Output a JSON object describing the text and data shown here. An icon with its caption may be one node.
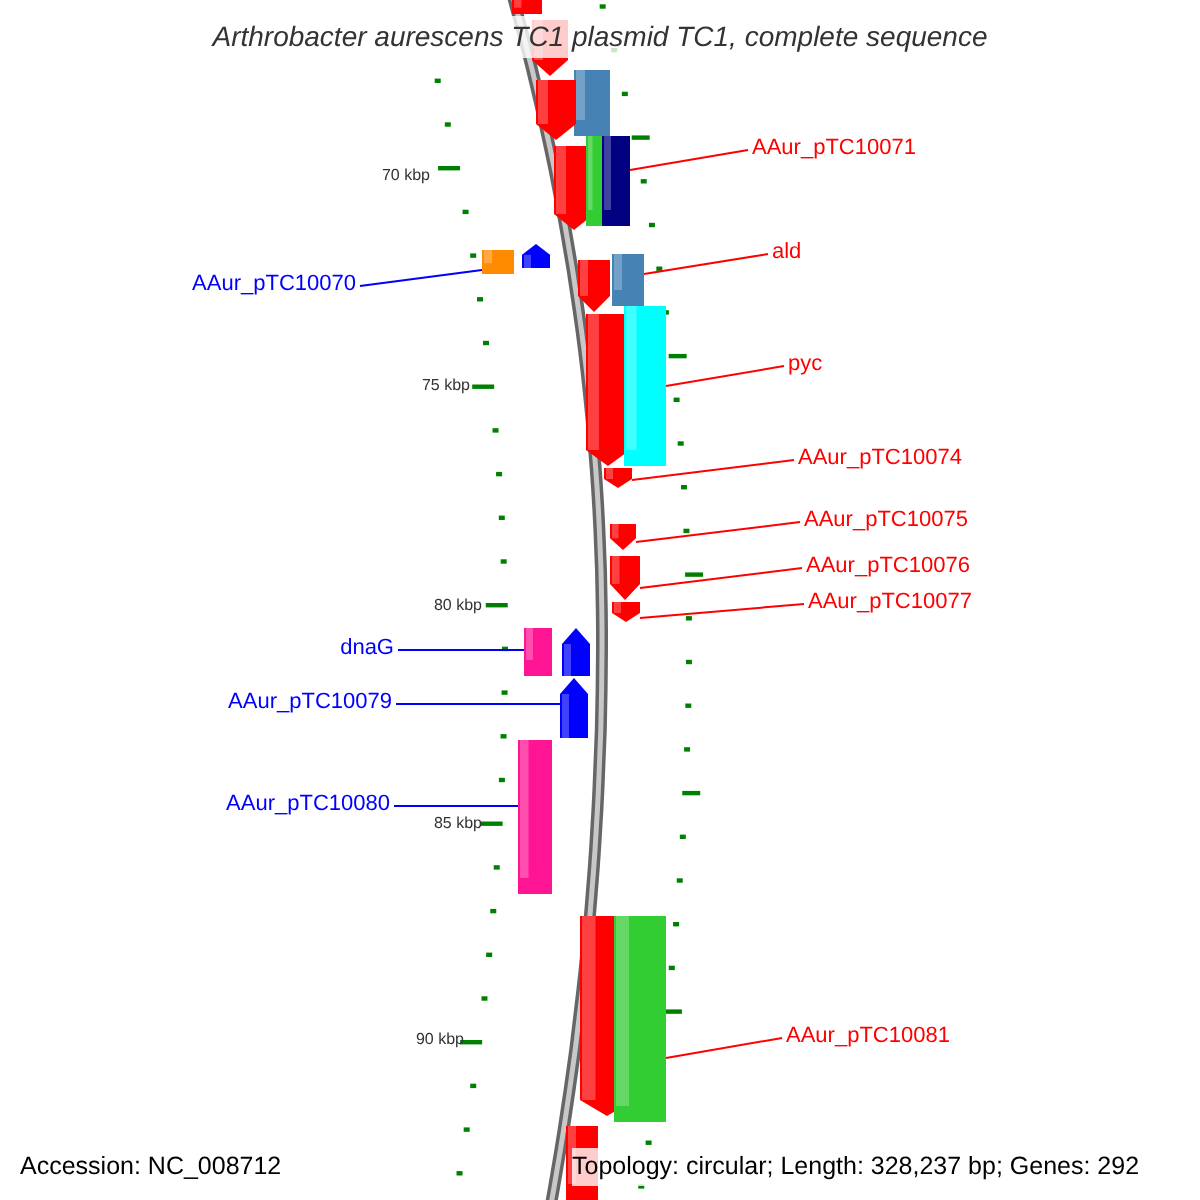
{
  "diagram": {
    "title": "Arthrobacter aurescens TC1 plasmid TC1, complete sequence",
    "nodes": [
      {
        "text": [
          "AAur_pTC10071"
        ]
      },
      {
        "text": [],
        "shape": "bar"
      },
      {
        "text": [
          "AAur_pTC10070"
        ]
      },
      {
        "text": [],
        "shape": "bar"
      },
      {
        "text": [
          "ald"
        ]
      },
      {
        "text": [],
        "shape": "bar"
      },
      {
        "text": [
          "pyc"
        ]
      },
      {
        "text": [],
        "shape": "bar"
      },
      {
        "text": [
          "AAur_pTC10074"
        ]
      },
      {
        "text": [],
        "shape": "arrow"
      },
      {
        "text": [
          "AAur_pTC10075"
        ]
      },
      {
        "text": [],
        "shape": "arrow"
      },
      {
        "text": [
          "AAur_pTC10076"
        ]
      },
      {
        "text": [],
        "shape": "arrow"
      },
      {
        "text": [
          "AAur_pTC10077"
        ]
      },
      {
        "text": [],
        "shape": "arrow"
      },
      {
        "text": [
          "dnaG"
        ]
      },
      {
        "text": [],
        "shape": "bar"
      },
      {
        "text": [
          "AAur_pTC10079"
        ]
      },
      {
        "text": [],
        "shape": "arrow"
      },
      {
        "text": [
          "AAur_pTC10080"
        ]
      },
      {
        "text": [],
        "shape": "bar"
      },
      {
        "text": [
          "AAur_pTC10081"
        ]
      },
      {
        "text": [],
        "shape": "bar"
      }
    ],
    "edges": [
      {
        "from": 0,
        "to": 1,
        "arrow": "none"
      },
      {
        "from": 2,
        "to": 3,
        "arrow": "none",
        "color": "#0000ff"
      },
      {
        "from": 4,
        "to": 5,
        "arrow": "none"
      },
      {
        "from": 6,
        "to": 7,
        "arrow": "none"
      },
      {
        "from": 8,
        "to": 9,
        "arrow": "none"
      },
      {
        "from": 10,
        "to": 11,
        "arrow": "none"
      },
      {
        "from": 12,
        "to": 13,
        "arrow": "none"
      },
      {
        "from": 14,
        "to": 15,
        "arrow": "none"
      },
      {
        "from": 16,
        "to": 17,
        "arrow": "none",
        "color": "#0000ff"
      },
      {
        "from": 18,
        "to": 19,
        "arrow": "none",
        "color": "#0000ff"
      },
      {
        "from": 20,
        "to": 21,
        "arrow": "none",
        "color": "#0000ff"
      },
      {
        "from": 22,
        "to": 23,
        "arrow": "none"
      }
    ],
    "labels": [
      "70 kbp",
      "75 kbp",
      "80 kbp",
      "85 kbp",
      "90 kbp",
      "Accession: NC_008712",
      "Topology: circular; Length: 328,237 bp; Genes: 292"
    ]
  }
}
